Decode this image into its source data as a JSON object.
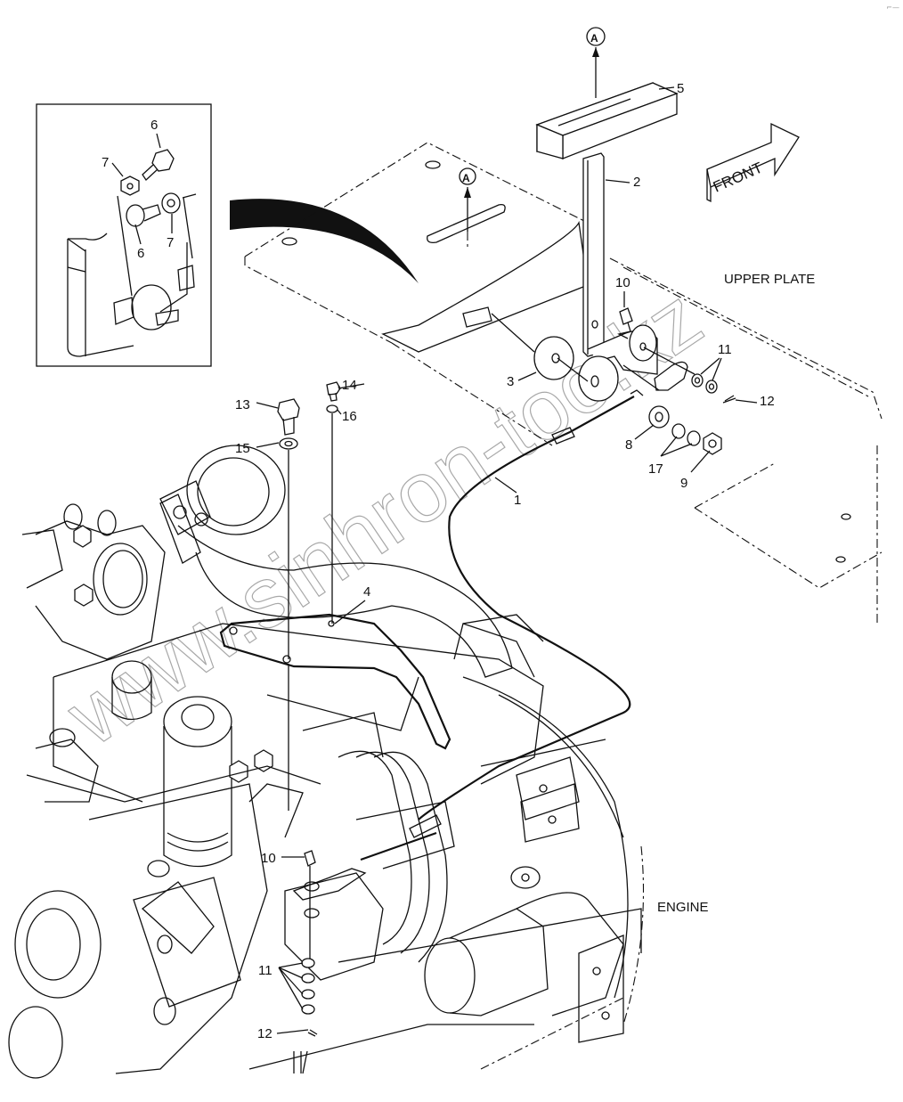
{
  "diagram": {
    "title": "Engine control cable and lever installation",
    "labels": {
      "upper_plate": "UPPER PLATE",
      "engine": "ENGINE",
      "front_arrow": "FRONT",
      "view_ref": "A"
    },
    "watermark": "www.sinhron-too.kz",
    "corner_mark": "⌐—",
    "callouts": [
      {
        "id": "1",
        "part": "control-cable"
      },
      {
        "id": "2",
        "part": "lever"
      },
      {
        "id": "3",
        "part": "plate-washer"
      },
      {
        "id": "4",
        "part": "bracket"
      },
      {
        "id": "5",
        "part": "grip"
      },
      {
        "id": "6",
        "part": "bolt"
      },
      {
        "id": "7",
        "part": "nut"
      },
      {
        "id": "8",
        "part": "washer"
      },
      {
        "id": "9",
        "part": "nut"
      },
      {
        "id": "10",
        "part": "pin"
      },
      {
        "id": "11",
        "part": "washer"
      },
      {
        "id": "12",
        "part": "cotter-pin"
      },
      {
        "id": "13",
        "part": "bolt"
      },
      {
        "id": "14",
        "part": "bolt"
      },
      {
        "id": "15",
        "part": "washer"
      },
      {
        "id": "16",
        "part": "washer"
      },
      {
        "id": "17",
        "part": "spring-washer"
      }
    ],
    "inset_labels": [
      "6",
      "7",
      "6",
      "7"
    ]
  }
}
